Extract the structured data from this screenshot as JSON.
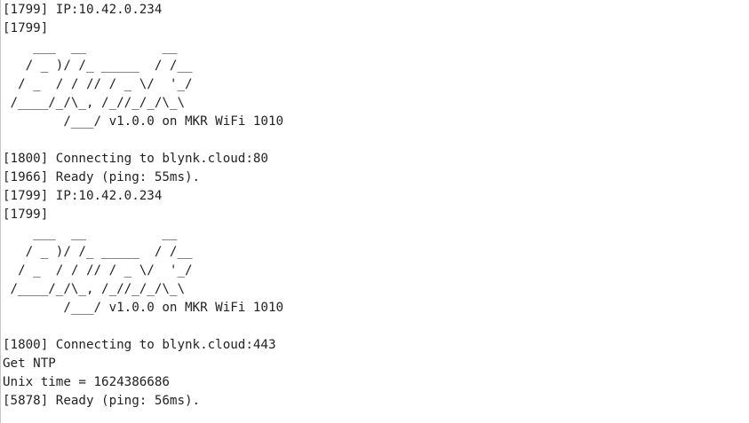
{
  "serial_monitor": {
    "lines": [
      "[1799] IP:10.42.0.234",
      "[1799]",
      "    ___  __          __",
      "   / _ )/ /_ _____  / /__",
      "  / _  / / // / _ \\/  '_/",
      " /____/_/\\_, /_//_/_/\\_\\",
      "        /___/ v1.0.0 on MKR WiFi 1010",
      "",
      "[1800] Connecting to blynk.cloud:80",
      "[1966] Ready (ping: 55ms).",
      "[1799] IP:10.42.0.234",
      "[1799]",
      "    ___  __          __",
      "   / _ )/ /_ _____  / /__",
      "  / _  / / // / _ \\/  '_/",
      " /____/_/\\_, /_//_/_/\\_\\",
      "        /___/ v1.0.0 on MKR WiFi 1010",
      "",
      "[1800] Connecting to blynk.cloud:443",
      "Get NTP",
      "Unix time = 1624386686",
      "[5878] Ready (ping: 56ms)."
    ]
  }
}
